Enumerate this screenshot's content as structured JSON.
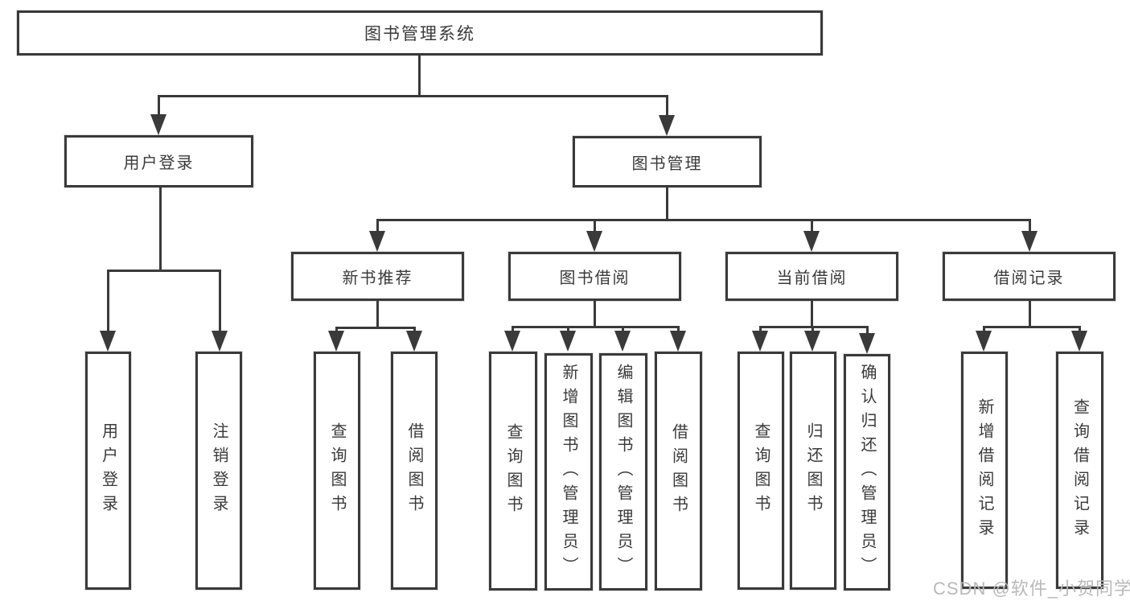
{
  "tree": {
    "root": {
      "label": "图书管理系统"
    },
    "branches": [
      {
        "label": "用户登录",
        "children": [
          {
            "label": "用户登录"
          },
          {
            "label": "注销登录"
          }
        ]
      },
      {
        "label": "图书管理",
        "children": [
          {
            "label": "新书推荐",
            "children": [
              {
                "label": "查询图书"
              },
              {
                "label": "借阅图书"
              }
            ]
          },
          {
            "label": "图书借阅",
            "children": [
              {
                "label": "查询图书"
              },
              {
                "label": "新增图书（管理员）"
              },
              {
                "label": "编辑图书（管理员）"
              },
              {
                "label": "借阅图书"
              }
            ]
          },
          {
            "label": "当前借阅",
            "children": [
              {
                "label": "查询图书"
              },
              {
                "label": "归还图书"
              },
              {
                "label": "确认归还（管理员）"
              }
            ]
          },
          {
            "label": "借阅记录",
            "children": [
              {
                "label": "新增借阅记录"
              },
              {
                "label": "查询借阅记录"
              }
            ]
          }
        ]
      }
    ]
  },
  "watermark": "CSDN @软件_小贺同学",
  "colors": {
    "line": "#3a3a3a",
    "watermark": "#b9b9b9",
    "background": "#ffffff"
  }
}
